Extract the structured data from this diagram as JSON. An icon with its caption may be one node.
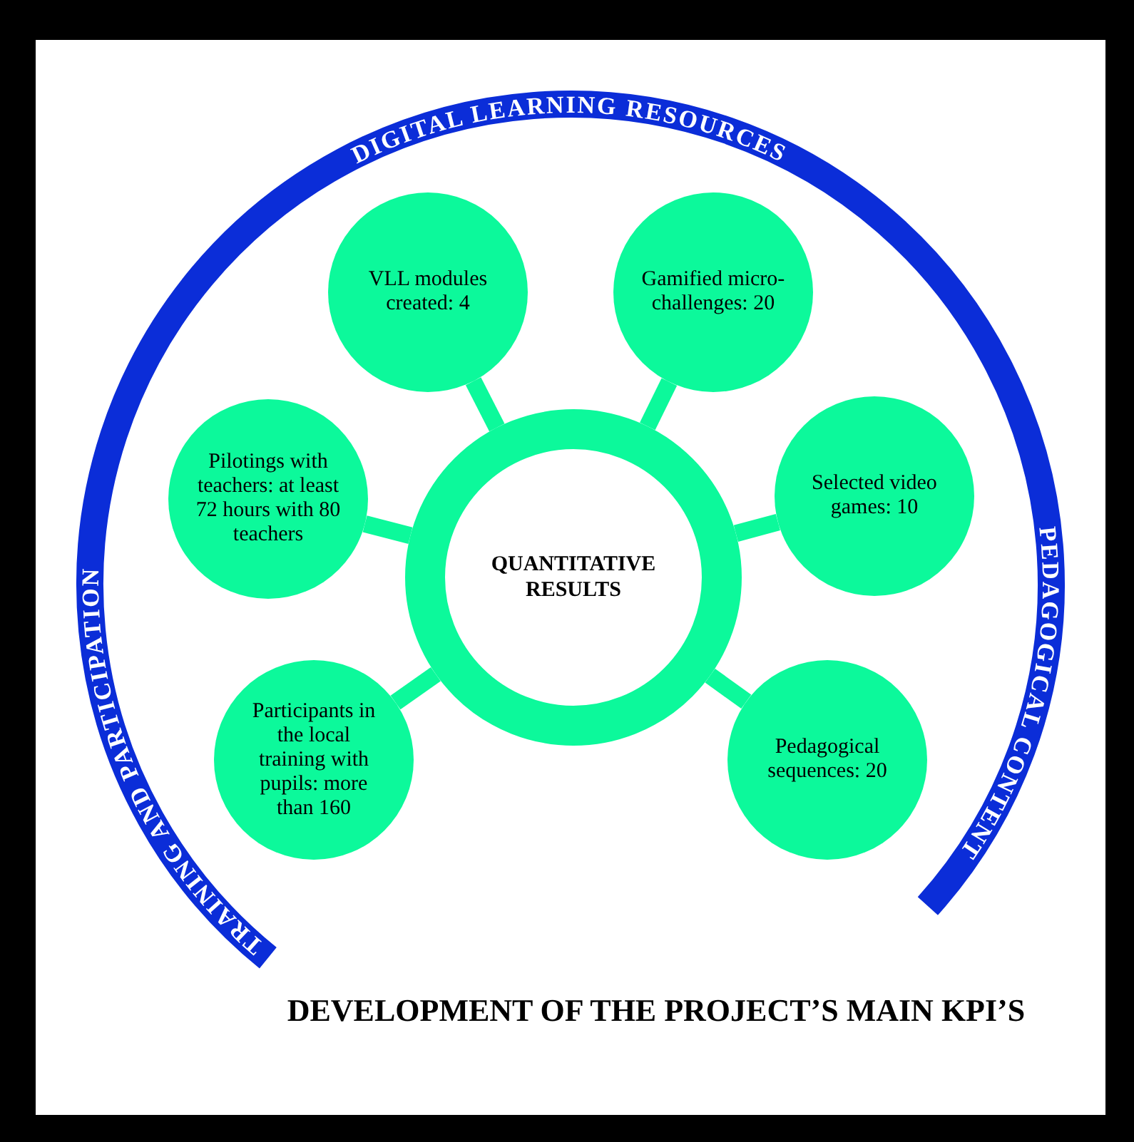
{
  "diagram": {
    "title": "DEVELOPMENT OF THE PROJECT’S MAIN KPI’S",
    "nodes": [
      {
        "text": [
          "QUANTITATIVE RESULTS"
        ]
      },
      {
        "text": [
          "VLL modules created: 4"
        ]
      },
      {
        "text": [
          "Gamified micro-challenges: 20"
        ]
      },
      {
        "text": [
          "Pilotings with teachers: at least 72 hours with 80 teachers"
        ]
      },
      {
        "text": [
          "Selected video games: 10"
        ]
      },
      {
        "text": [
          "Participants in the local training with pupils: more than 160"
        ]
      },
      {
        "text": [
          "Pedagogical sequences: 20"
        ]
      }
    ],
    "edges": [
      {
        "from": 0,
        "to": 1,
        "arrow": "none"
      },
      {
        "from": 0,
        "to": 2,
        "arrow": "none"
      },
      {
        "from": 0,
        "to": 3,
        "arrow": "none"
      },
      {
        "from": 0,
        "to": 4,
        "arrow": "none"
      },
      {
        "from": 0,
        "to": 5,
        "arrow": "none"
      },
      {
        "from": 0,
        "to": 6,
        "arrow": "none"
      }
    ],
    "labels": [
      "TRAINING AND PARTICIPATION",
      "DIGITAL LEARNING RESOURCES",
      "PEDAGOGICAL CONTENT"
    ]
  }
}
